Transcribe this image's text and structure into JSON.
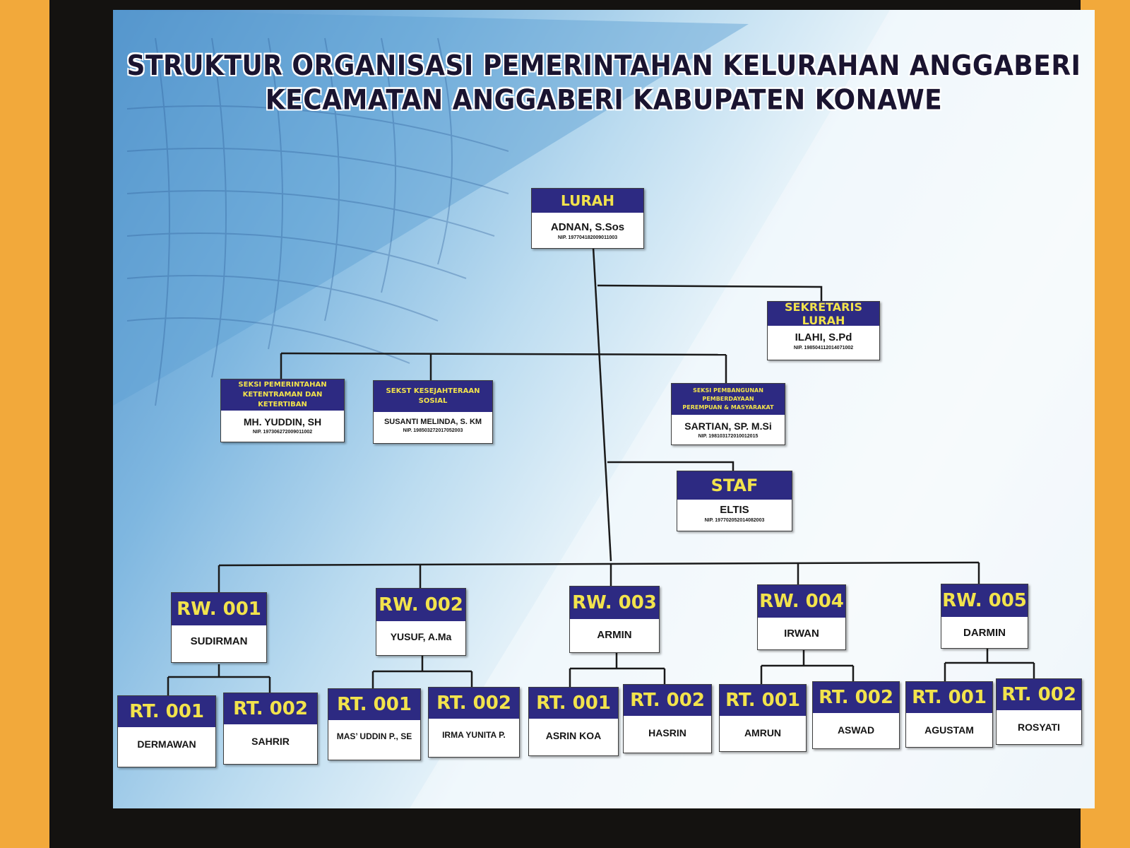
{
  "title": {
    "line1": "STRUKTUR ORGANISASI PEMERINTAHAN KELURAHAN ANGGABERI",
    "line2": "KECAMATAN ANGGABERI KABUPATEN KONAWE"
  },
  "lurah": {
    "role": "LURAH",
    "name": "ADNAN, S.Sos",
    "nip": "NIP. 197704182009011003"
  },
  "sekretaris": {
    "role": "SEKRETARIS LURAH",
    "name": "ILAHI, S.Pd",
    "nip": "NIP. 198504112014071002"
  },
  "seksi": [
    {
      "role_line1": "SEKSI PEMERINTAHAN",
      "role_line2": "KETENTRAMAN DAN KETERTIBAN",
      "name": "MH. YUDDIN, SH",
      "nip": "NIP. 197306272009011002"
    },
    {
      "role_line1": "SEKST KESEJAHTERAAN",
      "role_line2": "SOSIAL",
      "name": "SUSANTI MELINDA, S. KM",
      "nip": "NIP. 198503272017052003"
    },
    {
      "role_line1": "SEKSI PEMBANGUNAN PEMBERDAYAAN",
      "role_line2": "PEREMPUAN & MASYARAKAT",
      "name": "SARTIAN, SP. M.Si",
      "nip": "NIP. 198103172010012015"
    }
  ],
  "staf": {
    "role": "STAF",
    "name": "ELTIS",
    "nip": "NIP. 197702052014082003"
  },
  "rw": [
    {
      "label": "RW. 001",
      "name": "SUDIRMAN",
      "rt": [
        {
          "label": "RT. 001",
          "name": "DERMAWAN"
        },
        {
          "label": "RT. 002",
          "name": "SAHRIR"
        }
      ]
    },
    {
      "label": "RW. 002",
      "name": "YUSUF, A.Ma",
      "rt": [
        {
          "label": "RT. 001",
          "name": "MAS’ UDDIN P., SE"
        },
        {
          "label": "RT. 002",
          "name": "IRMA YUNITA P."
        }
      ]
    },
    {
      "label": "RW. 003",
      "name": "ARMIN",
      "rt": [
        {
          "label": "RT. 001",
          "name": "ASRIN KOA"
        },
        {
          "label": "RT. 002",
          "name": "HASRIN"
        }
      ]
    },
    {
      "label": "RW. 004",
      "name": "IRWAN",
      "rt": [
        {
          "label": "RT. 001",
          "name": "AMRUN"
        },
        {
          "label": "RT. 002",
          "name": "ASWAD"
        }
      ]
    },
    {
      "label": "RW. 005",
      "name": "DARMIN",
      "rt": [
        {
          "label": "RT. 001",
          "name": "AGUSTAM"
        },
        {
          "label": "RT. 002",
          "name": "ROSYATI"
        }
      ]
    }
  ],
  "colors": {
    "header_bg": "#2d2a82",
    "header_text": "#f2e34c",
    "frame": "#141210",
    "wall": "#f2a93b"
  }
}
